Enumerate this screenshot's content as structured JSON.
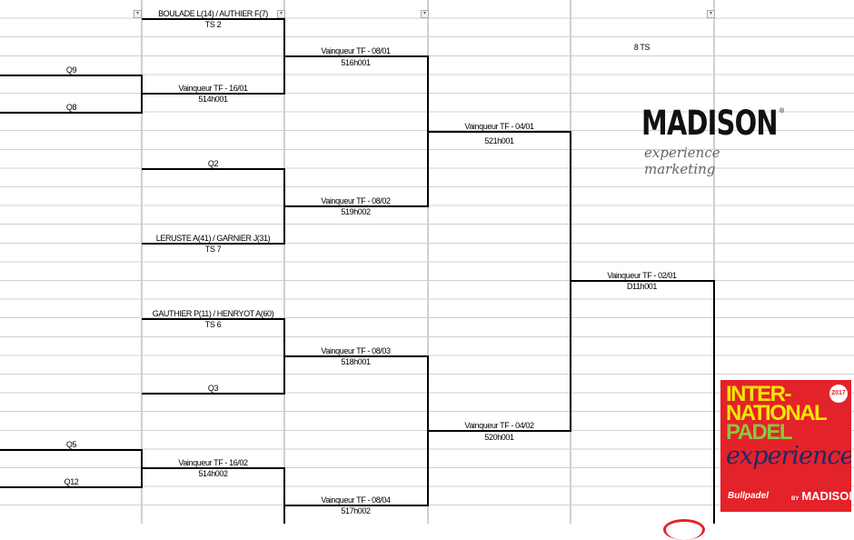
{
  "bracket": {
    "r1": {
      "q9": "Q9",
      "q8": "Q8",
      "q5": "Q5",
      "q12": "Q12"
    },
    "r2": {
      "m1": {
        "team": "BOULADE L(14) / AUTHIER F(7)",
        "sub": "TS 2"
      },
      "m2": {
        "team": "Vainqueur TF - 16/01",
        "sub": "514h001"
      },
      "m3": {
        "team": "Q2"
      },
      "m4": {
        "team": "LERUSTE A(41) / GARNIER J(31)",
        "sub": "TS 7"
      },
      "m5": {
        "team": "GAUTHIER P(11) / HENRYOT A(60)",
        "sub": "TS 6"
      },
      "m6": {
        "team": "Q3"
      },
      "m7": {
        "team": "Vainqueur TF - 16/02",
        "sub": "514h002"
      }
    },
    "r3": {
      "m1": {
        "team": "Vainqueur TF - 08/01",
        "sub": "516h001"
      },
      "m2": {
        "team": "Vainqueur TF - 08/02",
        "sub": "519h002"
      },
      "m3": {
        "team": "Vainqueur TF - 08/03",
        "sub": "518h001"
      },
      "m4": {
        "team": "Vainqueur TF - 08/04",
        "sub": "517h002"
      }
    },
    "r4": {
      "m1": {
        "team": "Vainqueur TF - 04/01",
        "sub": "521h001"
      },
      "m2": {
        "team": "Vainqueur TF - 04/02",
        "sub": "520h001"
      }
    },
    "r5": {
      "m1": {
        "team": "Vainqueur TF - 02/01",
        "sub": "D11h001"
      }
    },
    "header_note": "8 TS"
  },
  "logos": {
    "madison": {
      "brand": "MADISON",
      "tagline": "experience marketing",
      "reg": "®"
    },
    "ipe": {
      "line1": "INTER-",
      "line2": "NATIONAL",
      "line3": "PADEL",
      "line4": "experience",
      "year": "2017",
      "sponsor": "Bullpadel",
      "by": "BY",
      "brand": "MADISON"
    }
  },
  "colors": {
    "grid": "#d0d0d0",
    "ipe_red": "#e42229",
    "ipe_yellow": "#f2e600",
    "ipe_green": "#8dc63f",
    "ipe_navy": "#1d2a6b"
  }
}
